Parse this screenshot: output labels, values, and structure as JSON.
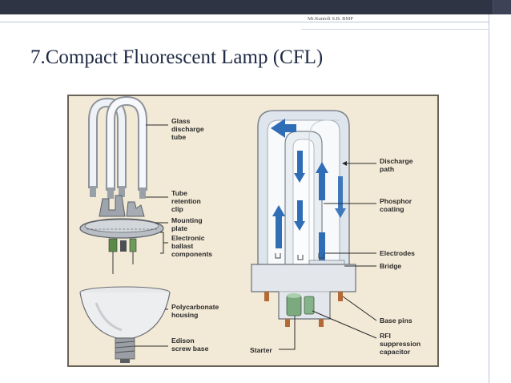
{
  "slide": {
    "author": "Mr.Kantoli S.B. BMP",
    "title": "7.Compact Fluorescent Lamp (CFL)"
  },
  "figure": {
    "left_labels": {
      "glass_tube": [
        "Glass",
        "discharge",
        "tube"
      ],
      "retention_clip": [
        "Tube",
        "retention",
        "clip"
      ],
      "mounting_plate": [
        "Mounting",
        "plate"
      ],
      "ballast": [
        "Electronic",
        "ballast",
        "components"
      ],
      "housing": [
        "Polycarbonate",
        "housing"
      ],
      "screw_base": [
        "Edison",
        "screw base"
      ]
    },
    "right_labels": {
      "discharge_path": [
        "Discharge",
        "path"
      ],
      "phosphor": [
        "Phosphor",
        "coating"
      ],
      "electrodes": [
        "Electrodes"
      ],
      "bridge": [
        "Bridge"
      ],
      "base_pins": [
        "Base pins"
      ],
      "rfi": [
        "RFI",
        "suppression",
        "capacitor"
      ],
      "starter": [
        "Starter"
      ]
    },
    "colors": {
      "background": "#f2e9d6",
      "arrow_blue": "#2f6db6",
      "glass": "#e8edf3"
    }
  }
}
